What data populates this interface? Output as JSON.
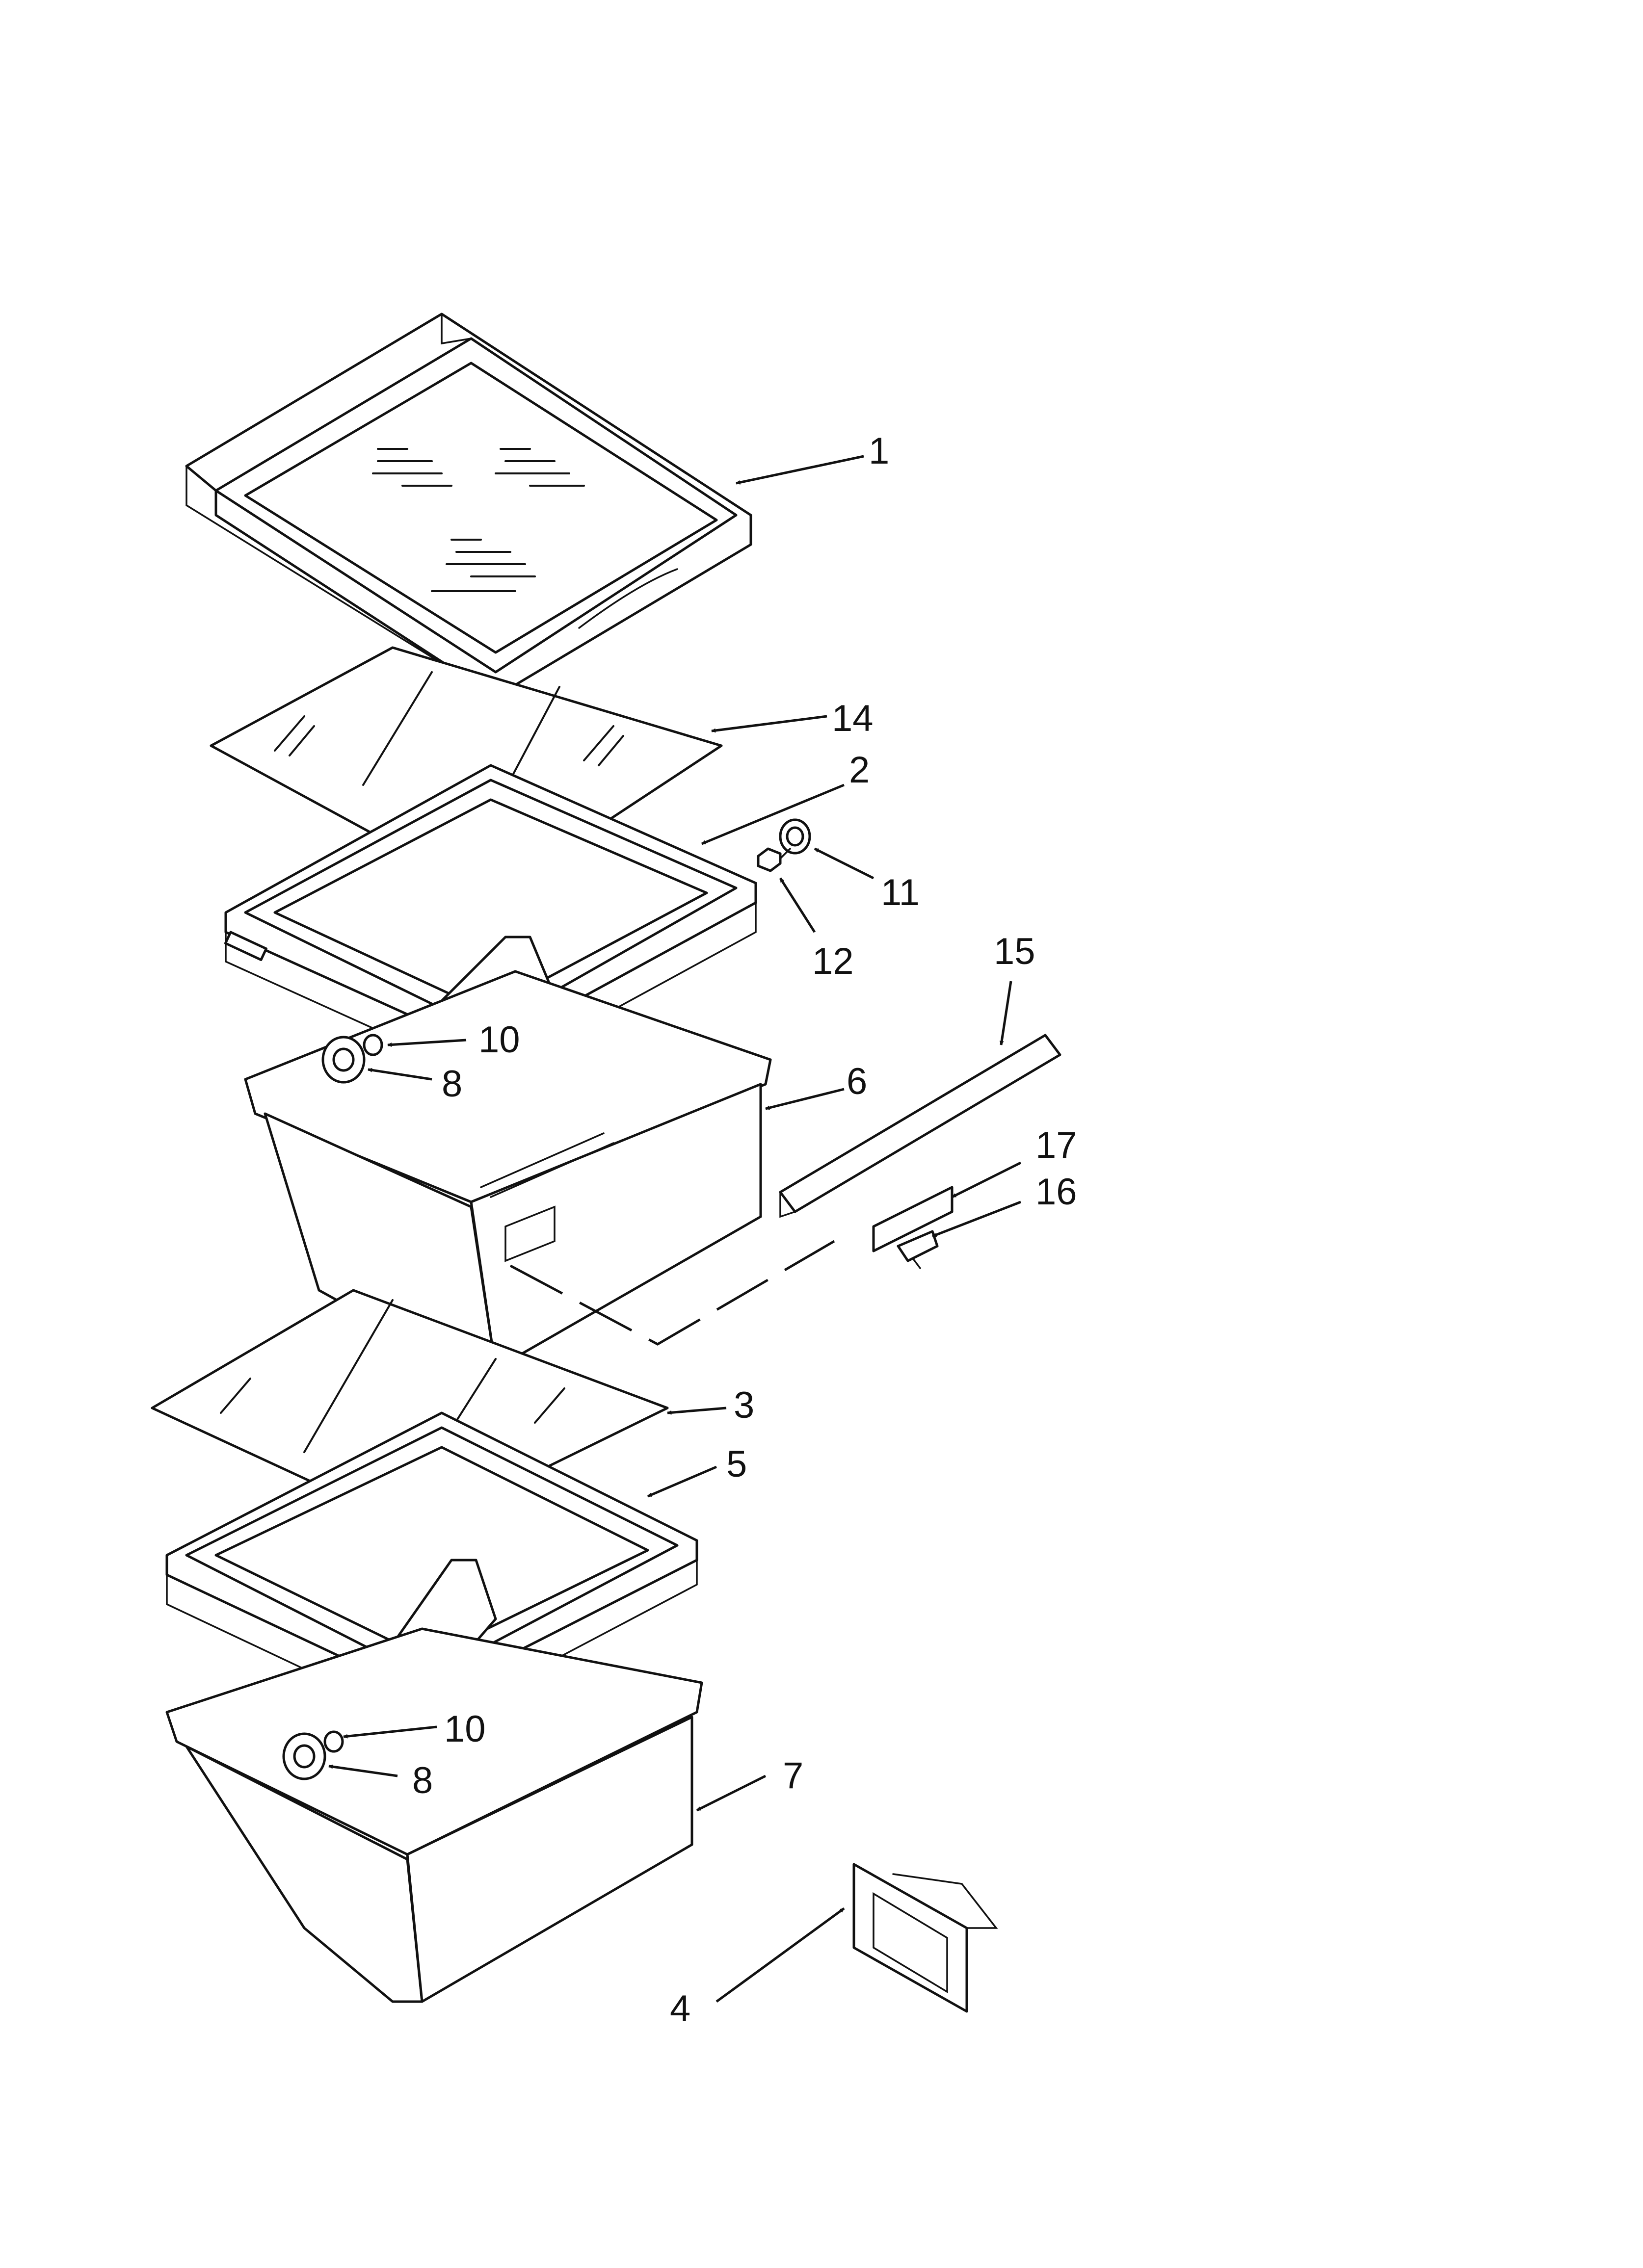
{
  "callouts": [
    {
      "id": "c1",
      "label": "1"
    },
    {
      "id": "c14",
      "label": "14"
    },
    {
      "id": "c2",
      "label": "2"
    },
    {
      "id": "c11",
      "label": "11"
    },
    {
      "id": "c12",
      "label": "12"
    },
    {
      "id": "c15",
      "label": "15"
    },
    {
      "id": "c10a",
      "label": "10"
    },
    {
      "id": "c8a",
      "label": "8"
    },
    {
      "id": "c6",
      "label": "6"
    },
    {
      "id": "c17",
      "label": "17"
    },
    {
      "id": "c16",
      "label": "16"
    },
    {
      "id": "c3",
      "label": "3"
    },
    {
      "id": "c5",
      "label": "5"
    },
    {
      "id": "c10b",
      "label": "10"
    },
    {
      "id": "c8b",
      "label": "8"
    },
    {
      "id": "c7",
      "label": "7"
    },
    {
      "id": "c4",
      "label": "4"
    }
  ]
}
